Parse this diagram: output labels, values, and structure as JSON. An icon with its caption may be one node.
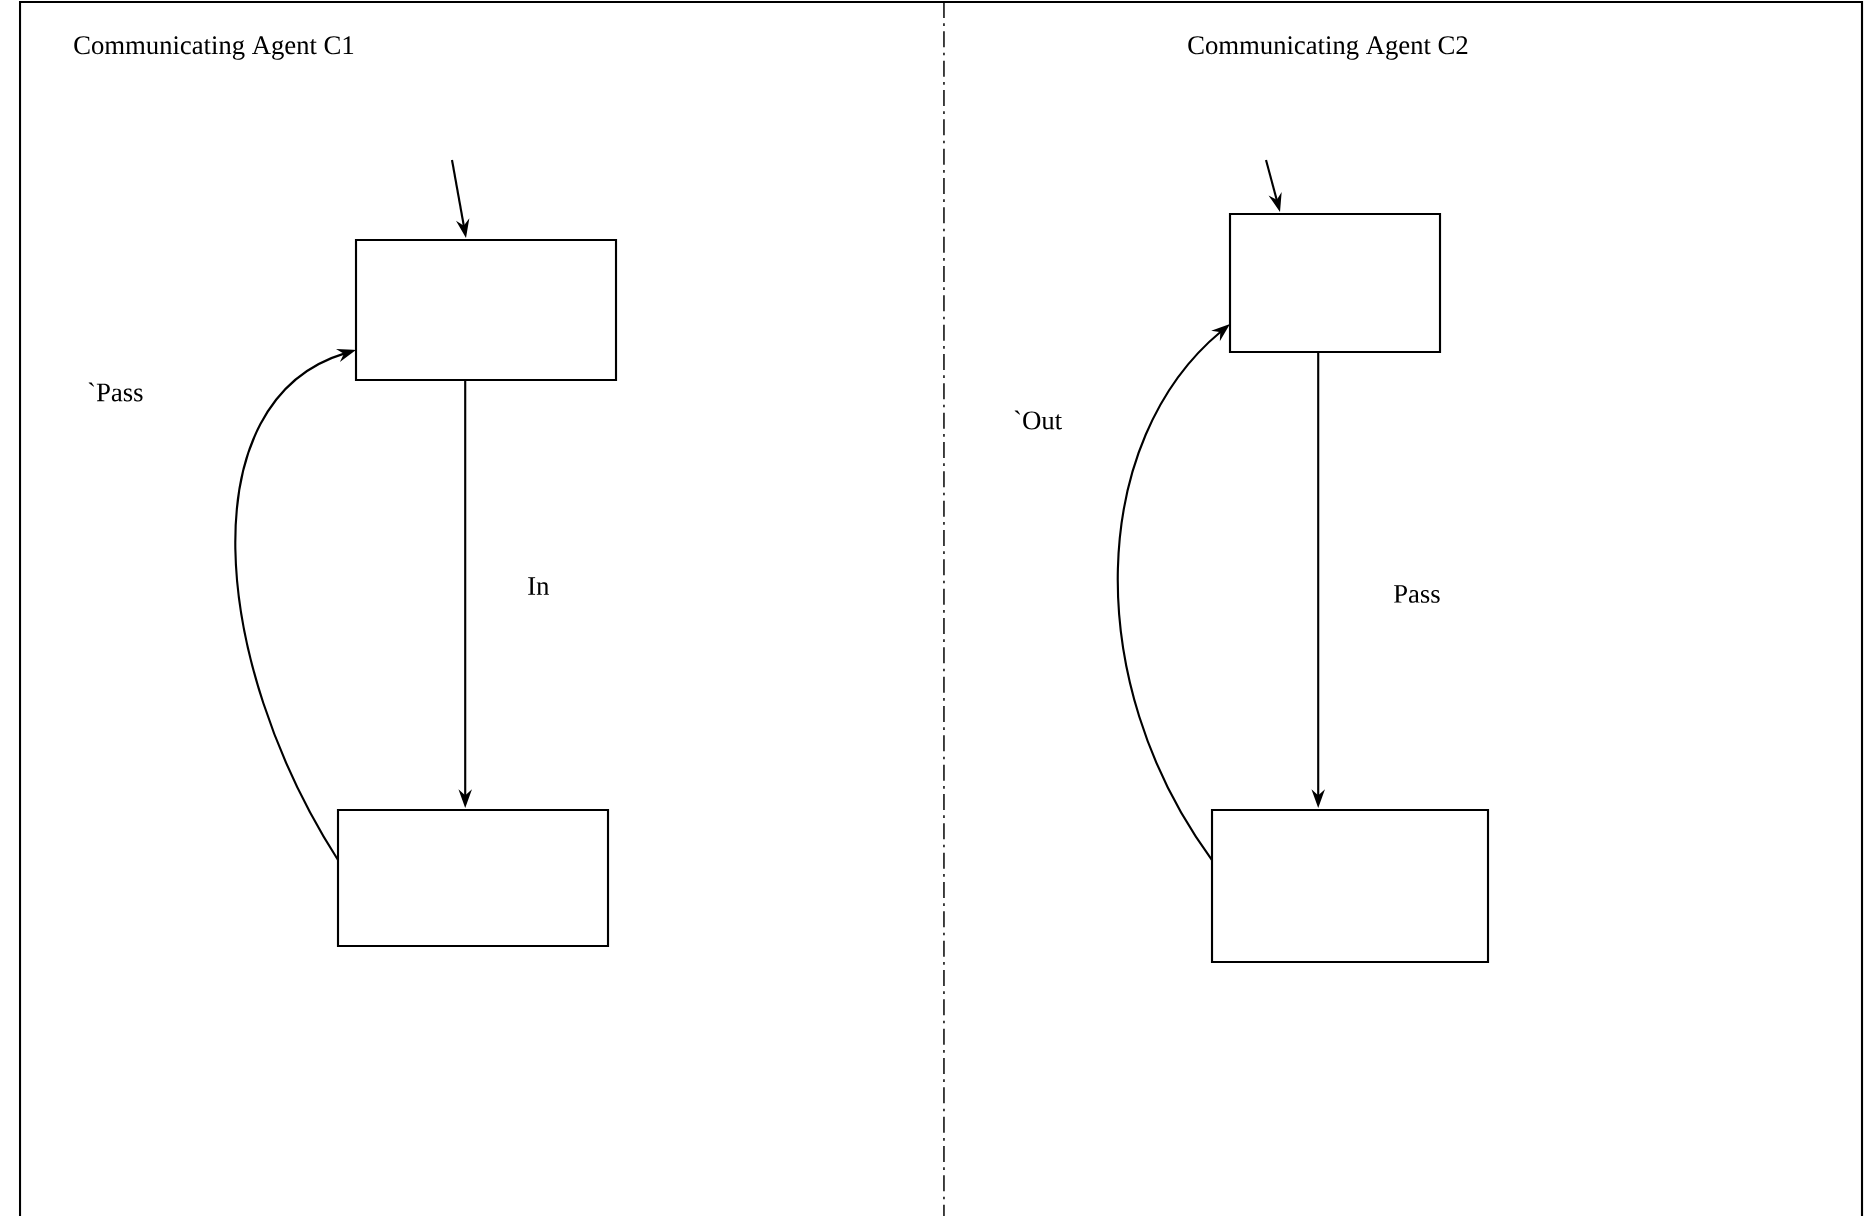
{
  "diagram": {
    "nodes": [
      {
        "text": [],
        "shape": "box"
      },
      {
        "text": [],
        "shape": "box"
      },
      {
        "text": [],
        "shape": "box"
      },
      {
        "text": [],
        "shape": "box"
      }
    ],
    "edges": [
      {
        "from": null,
        "to": 0,
        "arrow": "to"
      },
      {
        "from": 0,
        "to": 1,
        "arrow": "to",
        "label": "In"
      },
      {
        "from": 1,
        "to": 0,
        "arrow": "to",
        "label": "`Pass"
      },
      {
        "from": null,
        "to": 2,
        "arrow": "to"
      },
      {
        "from": 2,
        "to": 3,
        "arrow": "to",
        "label": "Pass"
      },
      {
        "from": 3,
        "to": 2,
        "arrow": "to",
        "label": "`Out"
      }
    ],
    "labels": [
      "Communicating Agent C1",
      "Communicating Agent C2"
    ]
  }
}
